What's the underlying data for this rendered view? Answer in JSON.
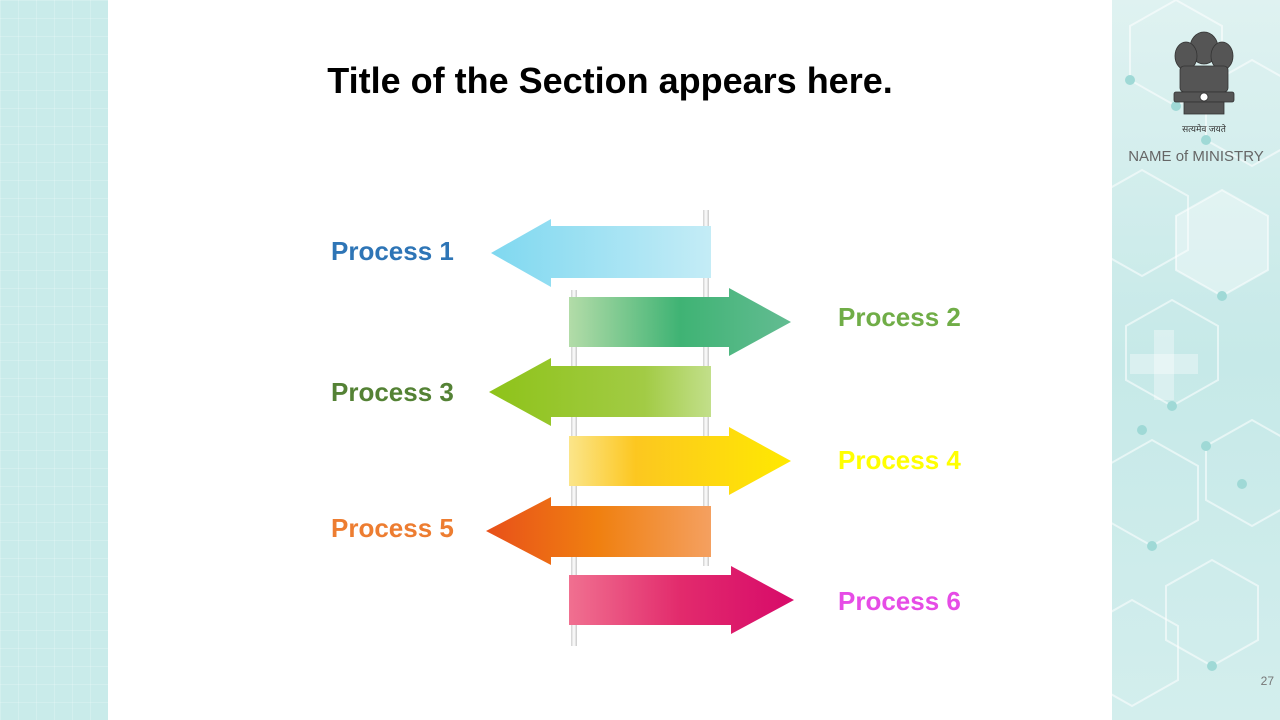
{
  "title": "Title of the Section appears here.",
  "header": {
    "emblem_motto": "सत्यमेव जयते",
    "ministry": "NAME of MINISTRY"
  },
  "processes": [
    {
      "label": "Process 1",
      "color": "#2e75b6"
    },
    {
      "label": "Process 2",
      "color": "#70ad47"
    },
    {
      "label": "Process 3",
      "color": "#548235"
    },
    {
      "label": "Process 4",
      "color": "#ffff00"
    },
    {
      "label": "Process 5",
      "color": "#ed7d31"
    },
    {
      "label": "Process 6",
      "color": "#e64ce6"
    }
  ],
  "arrow_colors": {
    "process_1": "#8fdcf0",
    "process_2": "#4cb878",
    "process_3": "#8cc63f",
    "process_4": "#ffd700",
    "process_5": "#f07a1a",
    "process_6": "#e0245e"
  },
  "page_number": "27"
}
